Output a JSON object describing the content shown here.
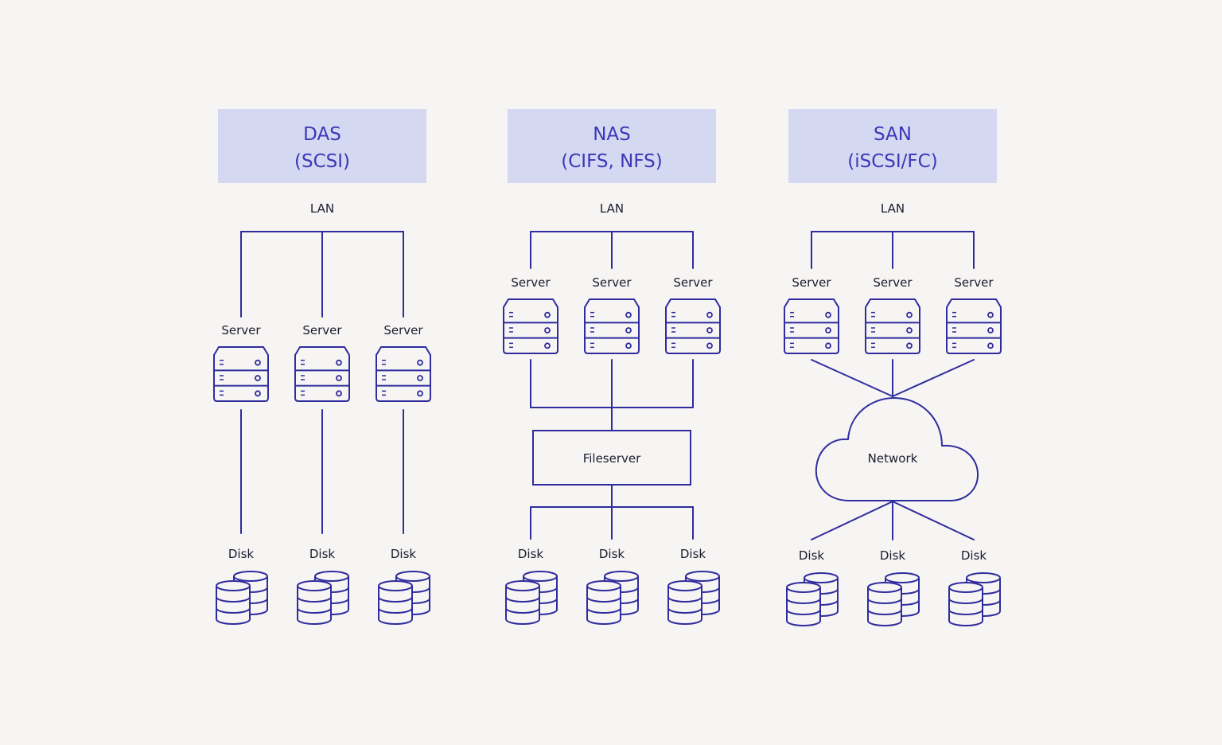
{
  "colors": {
    "background": "#f6f5f3",
    "header_fill": "#d5d8f1",
    "header_text": "#3a38b8",
    "line": "#2f2c9e",
    "label_text": "#1b1b2e"
  },
  "columns": [
    {
      "id": "das",
      "title": "DAS",
      "subtitle": "(SCSI)",
      "lan_label": "LAN",
      "server_label": "Server",
      "disk_label": "Disk",
      "middle_label": ""
    },
    {
      "id": "nas",
      "title": "NAS",
      "subtitle": "(CIFS, NFS)",
      "lan_label": "LAN",
      "server_label": "Server",
      "disk_label": "Disk",
      "middle_label": "Fileserver"
    },
    {
      "id": "san",
      "title": "SAN",
      "subtitle": "(iSCSI/FC)",
      "lan_label": "LAN",
      "server_label": "Server",
      "disk_label": "Disk",
      "middle_label": "Network"
    }
  ],
  "icons": [
    "server-icon",
    "disk-stack-icon",
    "cloud-icon"
  ]
}
